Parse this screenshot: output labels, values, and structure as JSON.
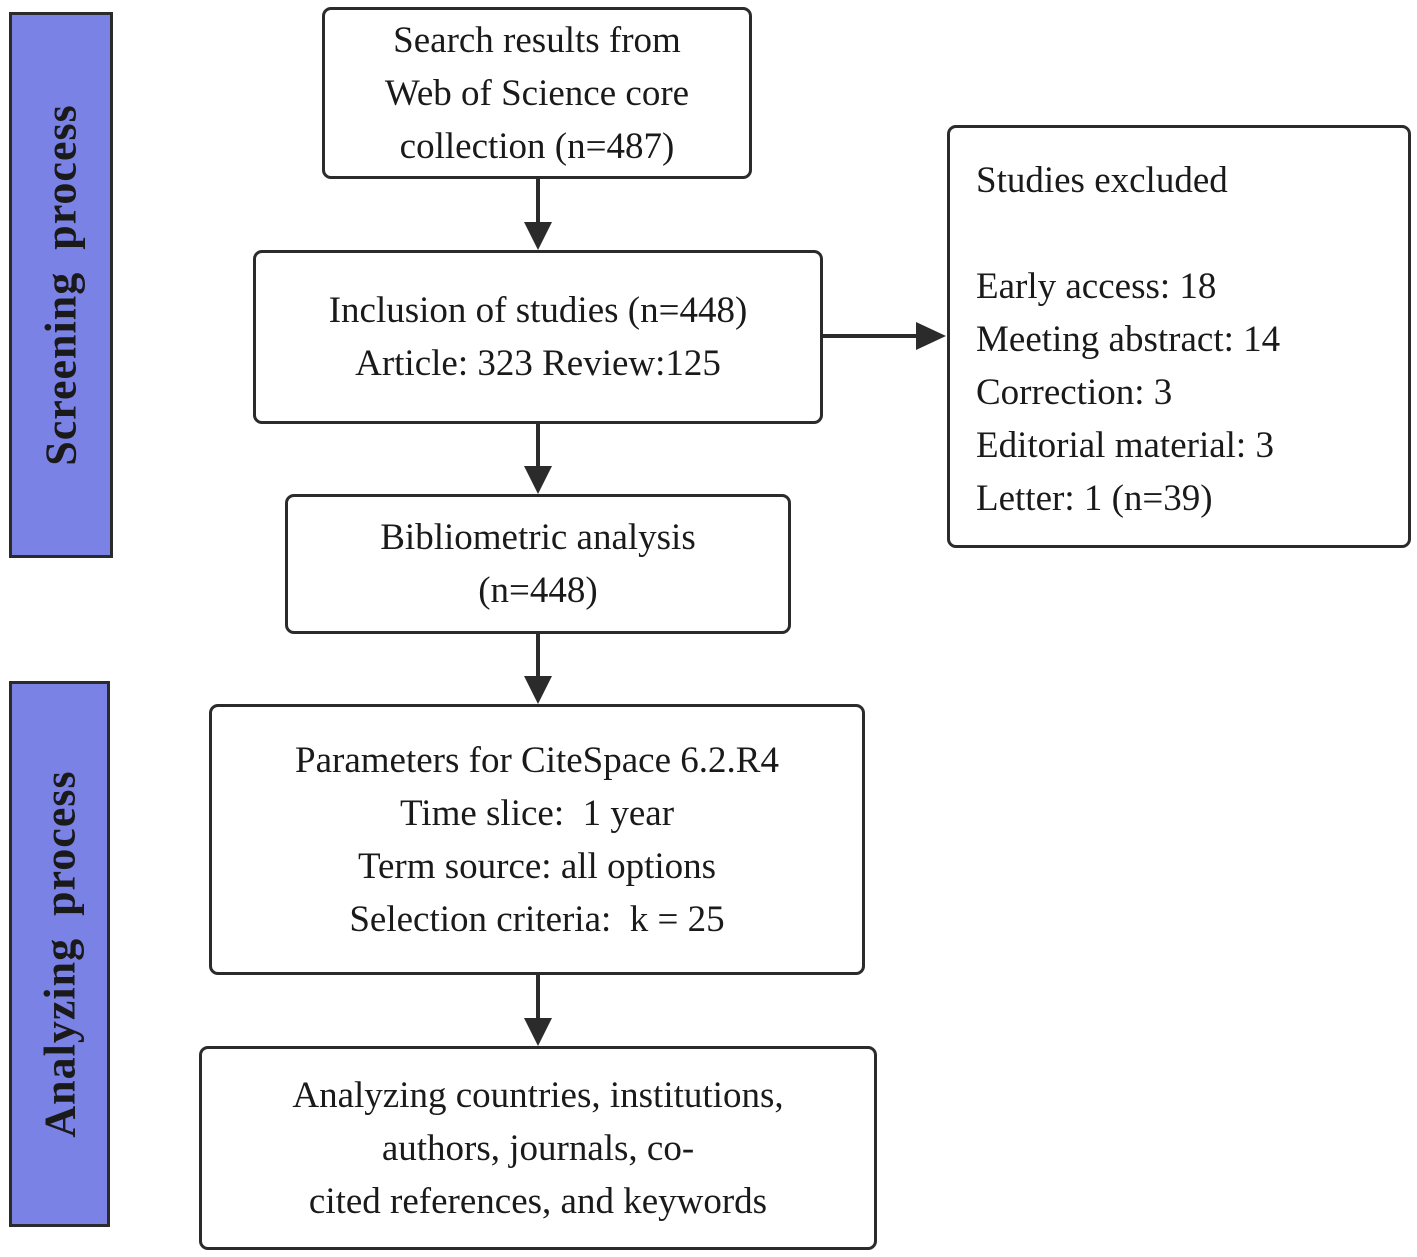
{
  "colors": {
    "side_bar": "#7b82e6",
    "stroke": "#2b2b2b"
  },
  "sidebars": {
    "screening": "Screening  process",
    "analyzing": "Analyzing  process"
  },
  "boxes": {
    "search": [
      "Search results from",
      "Web of Science core",
      "collection (n=487)"
    ],
    "inclusion": [
      "Inclusion of studies (n=448)",
      "Article: 323 Review:125"
    ],
    "bibliometric": [
      "Bibliometric analysis",
      "(n=448)"
    ],
    "parameters": [
      "Parameters for CiteSpace 6.2.R4",
      "Time slice:  1 year",
      "Term source: all options",
      "Selection criteria:  k = 25"
    ],
    "analyzing": [
      "Analyzing countries, institutions,",
      "authors, journals, co-",
      "cited references, and keywords"
    ],
    "excluded": {
      "title": "Studies excluded",
      "items": [
        "Early access: 18",
        "Meeting abstract: 14",
        "Correction: 3",
        "Editorial material: 3",
        "Letter: 1 (n=39)"
      ]
    }
  }
}
